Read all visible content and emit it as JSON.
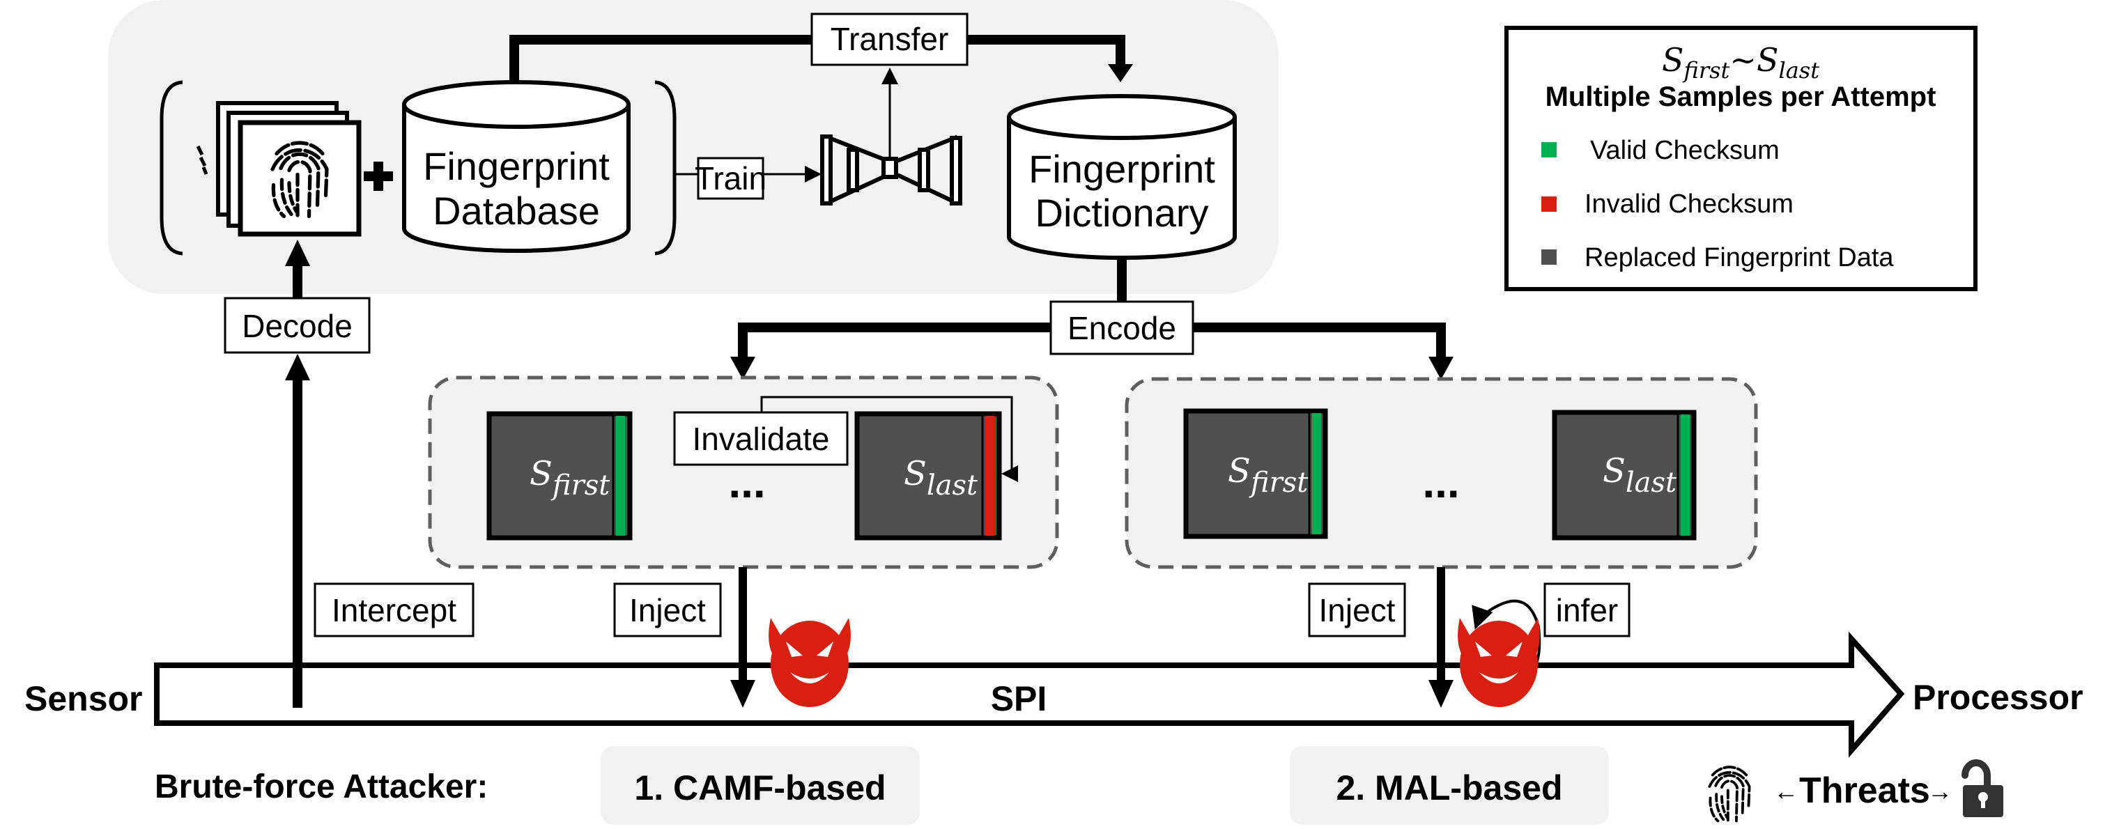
{
  "colors": {
    "panel_bg": "#f1f1f1",
    "sample_fill": "#505050",
    "valid": "#00b050",
    "invalid": "#d92010",
    "devil": "#d92010",
    "dashed_border": "#5f5f5f",
    "lock": "#333333"
  },
  "training_panel": {
    "database_label_line1": "Fingerprint",
    "database_label_line2": "Database",
    "dictionary_label_line1": "Fingerprint",
    "dictionary_label_line2": "Dictionary",
    "train_label": "Train",
    "transfer_label": "Transfer",
    "plus_symbol": "+"
  },
  "flow_labels": {
    "decode": "Decode",
    "encode": "Encode",
    "intercept": "Intercept",
    "inject_camf": "Inject",
    "inject_mal": "Inject",
    "infer": "infer",
    "invalidate": "Invalidate"
  },
  "camf_panel": {
    "samples": [
      {
        "base": "S",
        "sub": "first",
        "checksum": "valid"
      },
      {
        "base": "S",
        "sub": "last",
        "checksum": "invalid"
      }
    ],
    "ellipsis": "..."
  },
  "mal_panel": {
    "samples": [
      {
        "base": "S",
        "sub": "first",
        "checksum": "valid"
      },
      {
        "base": "S",
        "sub": "last",
        "checksum": "valid"
      }
    ],
    "ellipsis": "..."
  },
  "bus": {
    "left_label": "Sensor",
    "center_label": "SPI",
    "right_label": "Processor"
  },
  "legend": {
    "title_math_first_base": "S",
    "title_math_first_sub": "first",
    "title_math_sep": "~",
    "title_math_last_base": "S",
    "title_math_last_sub": "last",
    "subtitle": "Multiple Samples per Attempt",
    "items": [
      {
        "label": "Valid Checksum",
        "color": "#00b050"
      },
      {
        "label": "Invalid Checksum",
        "color": "#d92010"
      },
      {
        "label": "Replaced Fingerprint Data",
        "color": "#505050"
      }
    ]
  },
  "footer": {
    "attacker_label": "Brute-force Attacker:",
    "attack_1": "1. CAMF-based",
    "attack_2": "2. MAL-based",
    "threats_label": "Threats",
    "left_arrow": "←",
    "right_arrow": "→"
  }
}
